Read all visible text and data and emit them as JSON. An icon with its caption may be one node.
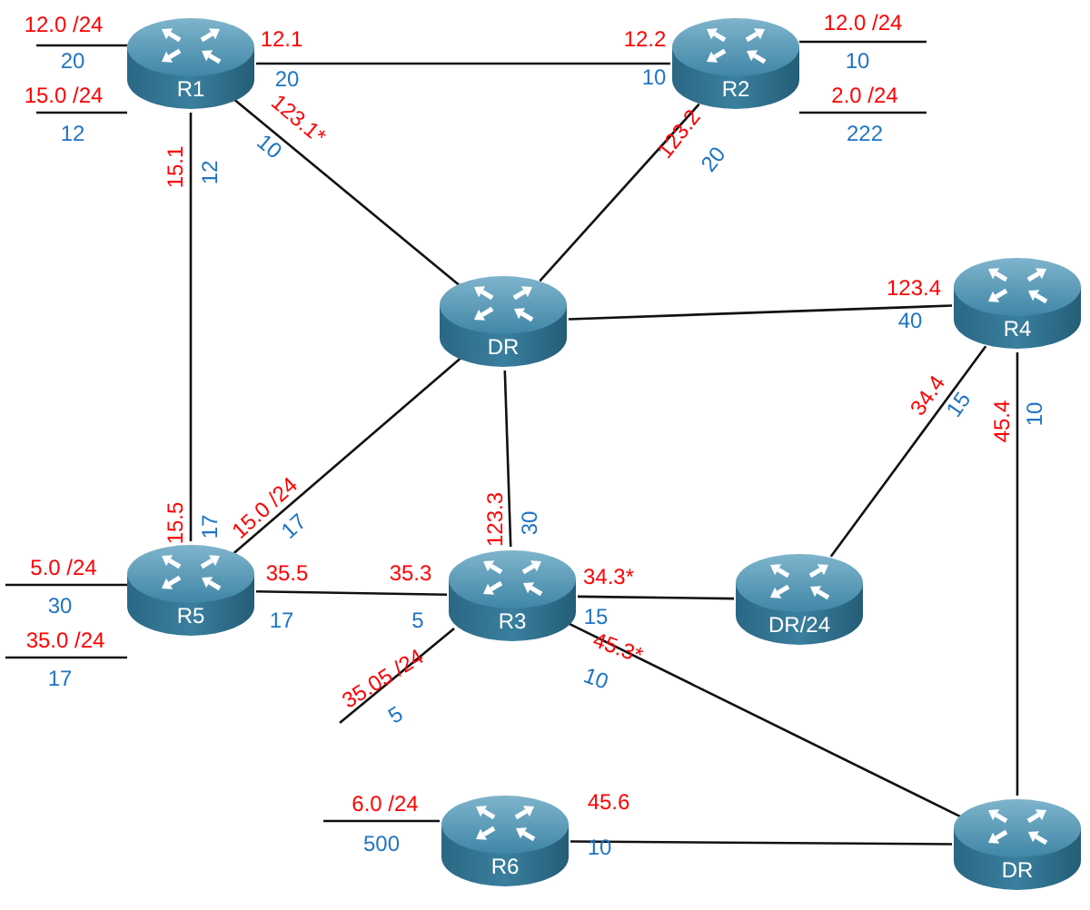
{
  "diagram": {
    "nodes": [
      {
        "text": [
          "R1"
        ]
      },
      {
        "text": [
          "R2"
        ]
      },
      {
        "text": [
          "DR"
        ]
      },
      {
        "text": [
          "R4"
        ]
      },
      {
        "text": [
          "R5"
        ]
      },
      {
        "text": [
          "R3"
        ]
      },
      {
        "text": [
          "DR/24"
        ]
      },
      {
        "text": [
          "R6"
        ]
      },
      {
        "text": [
          "DR"
        ]
      }
    ],
    "edges": [
      {
        "from": 0,
        "to": 1,
        "arrow": "none"
      },
      {
        "from": 0,
        "to": 2,
        "arrow": "none"
      },
      {
        "from": 0,
        "to": 4,
        "arrow": "none"
      },
      {
        "from": 1,
        "to": 2,
        "arrow": "none"
      },
      {
        "from": 2,
        "to": 3,
        "arrow": "none"
      },
      {
        "from": 2,
        "to": 4,
        "arrow": "none"
      },
      {
        "from": 2,
        "to": 5,
        "arrow": "none"
      },
      {
        "from": 3,
        "to": 6,
        "arrow": "none"
      },
      {
        "from": 3,
        "to": 8,
        "arrow": "none"
      },
      {
        "from": 4,
        "to": 5,
        "arrow": "none"
      },
      {
        "from": 5,
        "to": 6,
        "arrow": "none"
      },
      {
        "from": 5,
        "to": 8,
        "arrow": "none"
      },
      {
        "from": 7,
        "to": 8,
        "arrow": "none"
      },
      {
        "from": 0,
        "to": null,
        "arrow": "none",
        "label": "12.0 /24"
      },
      {
        "from": 0,
        "to": null,
        "arrow": "none",
        "label": "15.0 /24"
      },
      {
        "from": 1,
        "to": null,
        "arrow": "none",
        "label": "12.0 /24"
      },
      {
        "from": 1,
        "to": null,
        "arrow": "none",
        "label": "2.0 /24"
      },
      {
        "from": 4,
        "to": null,
        "arrow": "none",
        "label": "5.0 /24"
      },
      {
        "from": 4,
        "to": null,
        "arrow": "none",
        "label": "35.0 /24"
      },
      {
        "from": 5,
        "to": null,
        "arrow": "none",
        "label": "35.05 /24"
      },
      {
        "from": 7,
        "to": null,
        "arrow": "none",
        "label": "6.0 /24"
      }
    ],
    "labels": [
      "12.1",
      "12.2",
      "20",
      "20",
      "10",
      "10",
      "12",
      "222",
      "123.1*",
      "10",
      "15.1",
      "12",
      "123.2",
      "20",
      "123.4",
      "40",
      "34.4",
      "15",
      "45.4",
      "10",
      "15.0 /24",
      "17",
      "123.3",
      "30",
      "15.5",
      "17",
      "30",
      "35.5",
      "35.3",
      "34.3*",
      "17",
      "5",
      "15",
      "45.3*",
      "17",
      "10",
      "5",
      "45.6",
      "500",
      "10"
    ]
  }
}
